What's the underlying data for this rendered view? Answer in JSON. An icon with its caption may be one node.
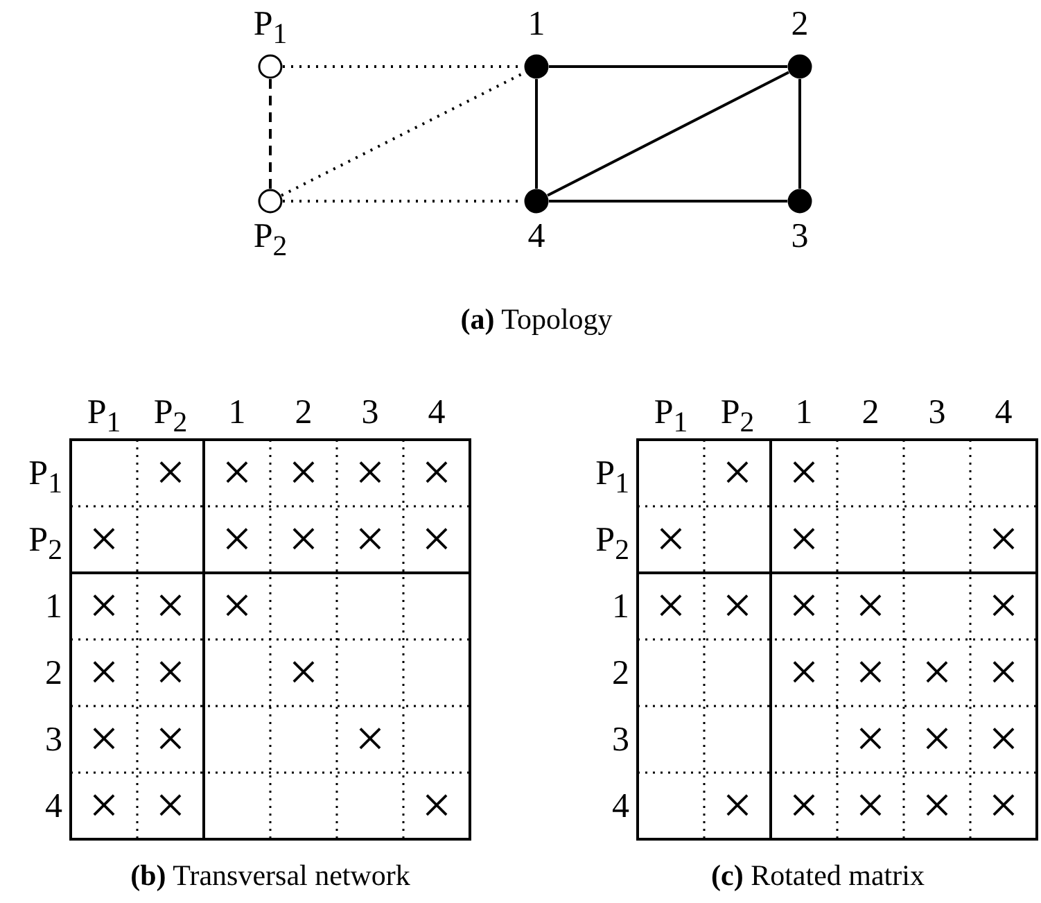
{
  "diagram": {
    "nodes": [
      {
        "text": [],
        "shape": "circle",
        "beside": [
          "P$_{1}$"
        ]
      },
      {
        "text": [],
        "shape": "circle",
        "beside": [
          "P$_{2}$"
        ]
      },
      {
        "text": [],
        "shape": "circle",
        "beside": [
          "1"
        ]
      },
      {
        "text": [],
        "shape": "circle",
        "beside": [
          "2"
        ]
      },
      {
        "text": [],
        "shape": "circle",
        "beside": [
          "3"
        ]
      },
      {
        "text": [],
        "shape": "circle",
        "beside": [
          "4"
        ]
      }
    ],
    "edges": [
      {
        "from": 0,
        "to": 1,
        "arrow": "none",
        "style": "dashed"
      },
      {
        "from": 0,
        "to": 2,
        "arrow": "none",
        "style": "dashed"
      },
      {
        "from": 1,
        "to": 2,
        "arrow": "none",
        "style": "dashed"
      },
      {
        "from": 1,
        "to": 5,
        "arrow": "none",
        "style": "dashed"
      },
      {
        "from": 2,
        "to": 3,
        "arrow": "none"
      },
      {
        "from": 2,
        "to": 5,
        "arrow": "none"
      },
      {
        "from": 3,
        "to": 4,
        "arrow": "none"
      },
      {
        "from": 5,
        "to": 4,
        "arrow": "none"
      },
      {
        "from": 5,
        "to": 3,
        "arrow": "none"
      }
    ],
    "labels": [
      "**(a)** Topology",
      "P$_{1}$",
      "P$_{2}$",
      "1",
      "2",
      "3",
      "4",
      "P$_{1}$",
      "×",
      "×",
      "×",
      "×",
      "×",
      "P$_{2}$",
      "×",
      "×",
      "×",
      "×",
      "×",
      "1",
      "×",
      "×",
      "×",
      "2",
      "×",
      "×",
      "×",
      "3",
      "×",
      "×",
      "×",
      "4",
      "×",
      "×",
      "×",
      "**(b)** Transversal network",
      "P$_{1}$",
      "P$_{2}$",
      "1",
      "2",
      "3",
      "4",
      "P$_{1}$",
      "×",
      "×",
      "P$_{2}$",
      "×",
      "×",
      "×",
      "1",
      "×",
      "×",
      "×",
      "×",
      "×",
      "2",
      "×",
      "×",
      "×",
      "×",
      "3",
      "×",
      "×",
      "×",
      "4",
      "×",
      "×",
      "×",
      "×",
      "×",
      "**(c)** Rotated matrix"
    ]
  }
}
